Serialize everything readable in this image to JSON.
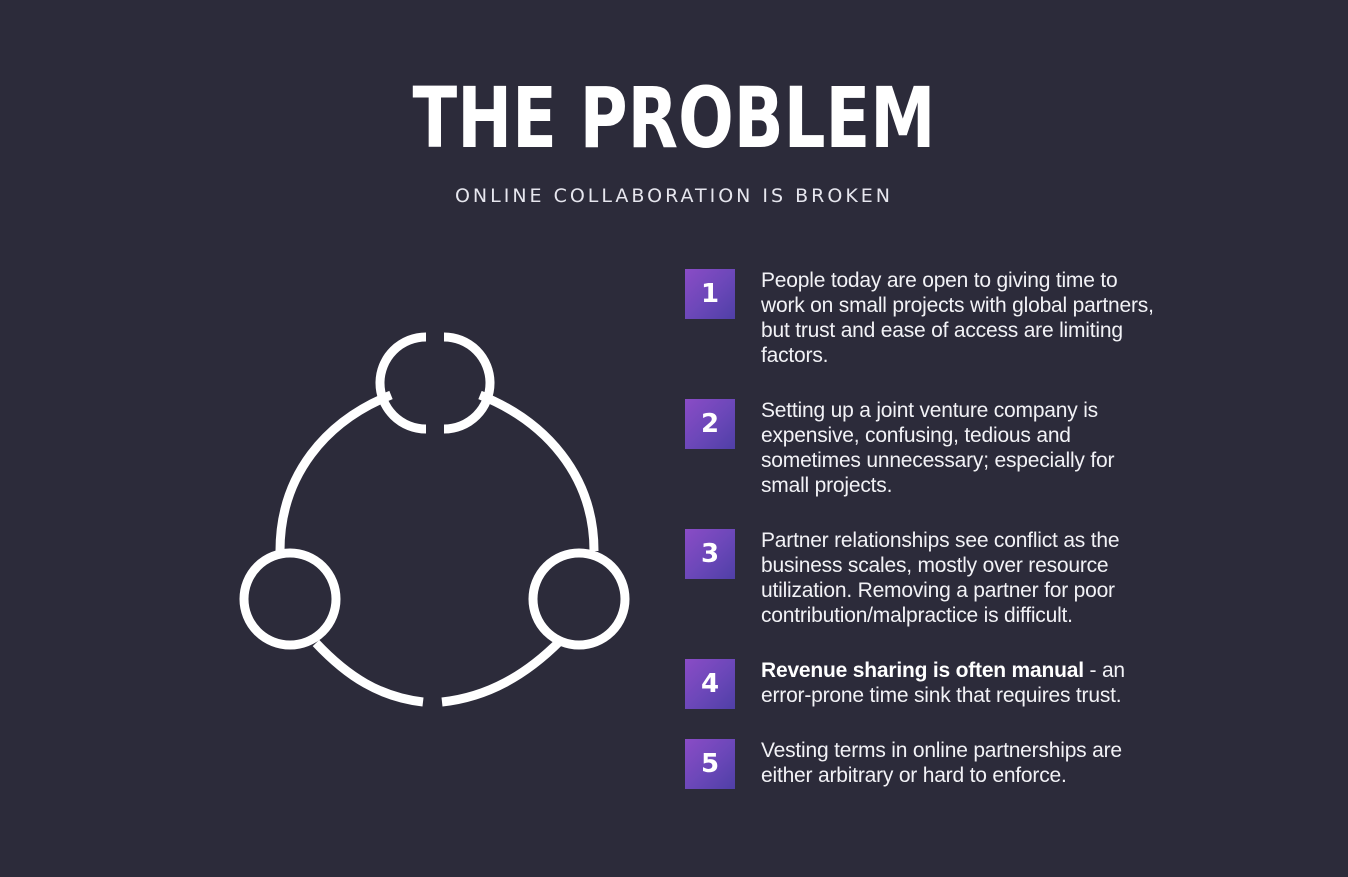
{
  "header": {
    "title": "THE PROBLEM",
    "subtitle": "ONLINE COLLABORATION IS BROKEN"
  },
  "illustration": {
    "icon": "collaboration-network-icon",
    "stroke_color": "#ffffff"
  },
  "colors": {
    "background": "#2c2b3a",
    "badge_gradient_start": "#8a4cc6",
    "badge_gradient_end": "#4f3fa6",
    "text": "#ffffff"
  },
  "problems": [
    {
      "number": "1",
      "bold": "",
      "text": "People today are open to giving time to work on small projects with global partners, but trust and ease of access are limiting factors."
    },
    {
      "number": "2",
      "bold": "",
      "text": "Setting up a joint venture company is expensive, confusing, tedious and sometimes unnecessary; especially for small projects."
    },
    {
      "number": "3",
      "bold": "",
      "text": "Partner relationships see conflict as the business scales, mostly over resource utilization. Removing a partner for poor contribution/malpractice is difficult."
    },
    {
      "number": "4",
      "bold": "Revenue sharing is often manual",
      "text": " - an error-prone time sink that requires trust."
    },
    {
      "number": "5",
      "bold": "",
      "text": "Vesting terms in online partnerships are either arbitrary or hard to enforce."
    }
  ]
}
